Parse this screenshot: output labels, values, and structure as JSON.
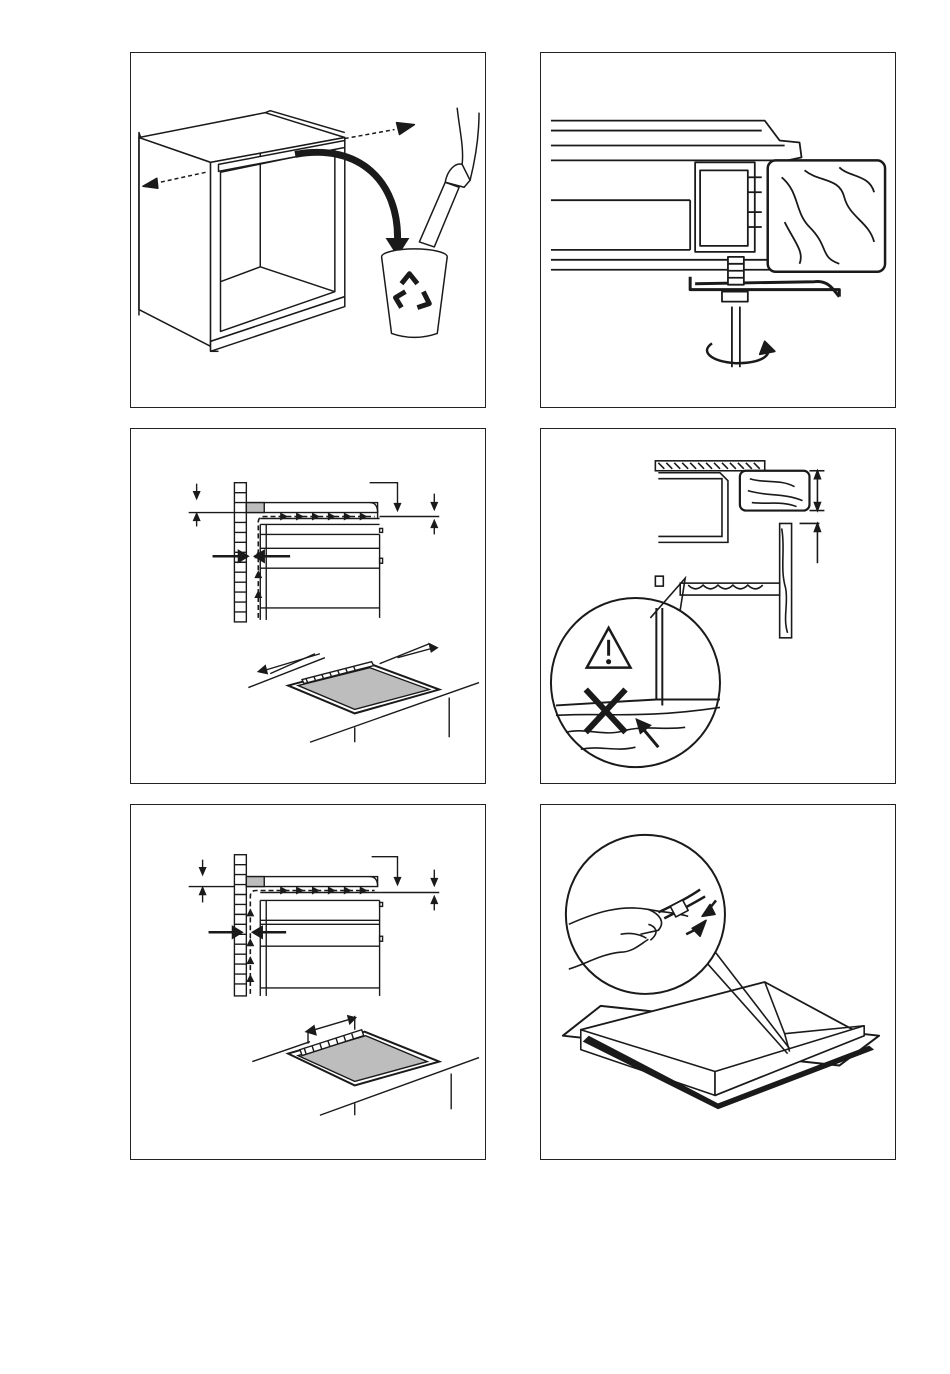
{
  "page": {
    "background": "#ffffff",
    "line_color": "#1a1a1a",
    "fill_grey": "#bdbdbd"
  },
  "panels": [
    {
      "id": "cabinet-removal",
      "icons": [
        "cabinet",
        "remove-arrow-icon",
        "hand",
        "board",
        "recycle-bin-icon"
      ]
    },
    {
      "id": "clamp-fixing",
      "icons": [
        "hob-edge",
        "clamp-bracket",
        "wood-worktop",
        "screwdriver",
        "rotate-arrow-icon"
      ]
    },
    {
      "id": "airflow-oven",
      "icons": [
        "wall",
        "airflow-arrow-icon",
        "dimension-arrows",
        "cutout-view"
      ]
    },
    {
      "id": "warning-gap",
      "icons": [
        "worktop-section",
        "warning-triangle-icon",
        "cross-icon",
        "arrow-icon"
      ]
    },
    {
      "id": "airflow-drawer",
      "icons": [
        "wall",
        "airflow-arrow-icon",
        "dimension-arrows",
        "cutout-view"
      ]
    },
    {
      "id": "seal-strip",
      "icons": [
        "hand",
        "gasket-strip",
        "hob-plate",
        "press-arrows-icon"
      ]
    }
  ]
}
